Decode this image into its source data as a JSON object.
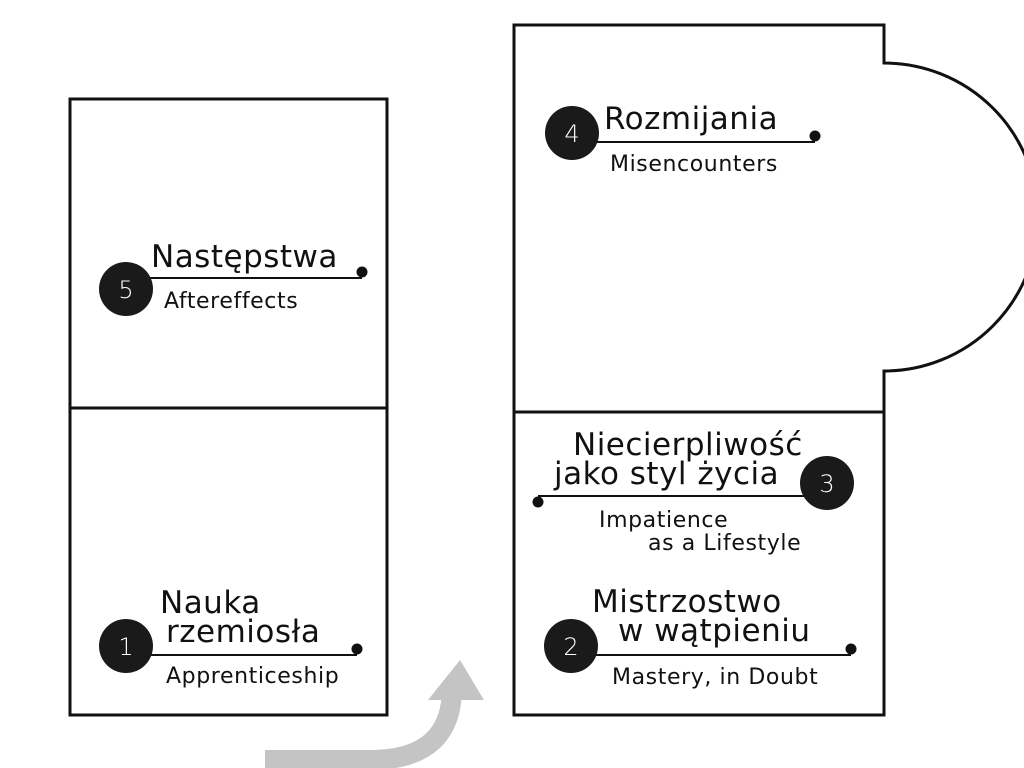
{
  "diagram": {
    "colors": {
      "line": "#111111",
      "badge": "#1a1a1a",
      "arrow": "#c4c4c4",
      "background": "#ffffff"
    },
    "items": [
      {
        "number": "1",
        "title_lines": [
          "Nauka",
          "rzemiosła"
        ],
        "subtitle_lines": [
          "Apprenticeship"
        ]
      },
      {
        "number": "2",
        "title_lines": [
          "Mistrzostwo",
          "w wątpieniu"
        ],
        "subtitle_lines": [
          "Mastery, in Doubt"
        ]
      },
      {
        "number": "3",
        "title_lines": [
          "Niecierpliwość",
          "jako styl życia"
        ],
        "subtitle_lines": [
          "Impatience",
          "as a Lifestyle"
        ]
      },
      {
        "number": "4",
        "title_lines": [
          "Rozmijania"
        ],
        "subtitle_lines": [
          "Misencounters"
        ]
      },
      {
        "number": "5",
        "title_lines": [
          "Następstwa"
        ],
        "subtitle_lines": [
          "Aftereffects"
        ]
      }
    ]
  }
}
